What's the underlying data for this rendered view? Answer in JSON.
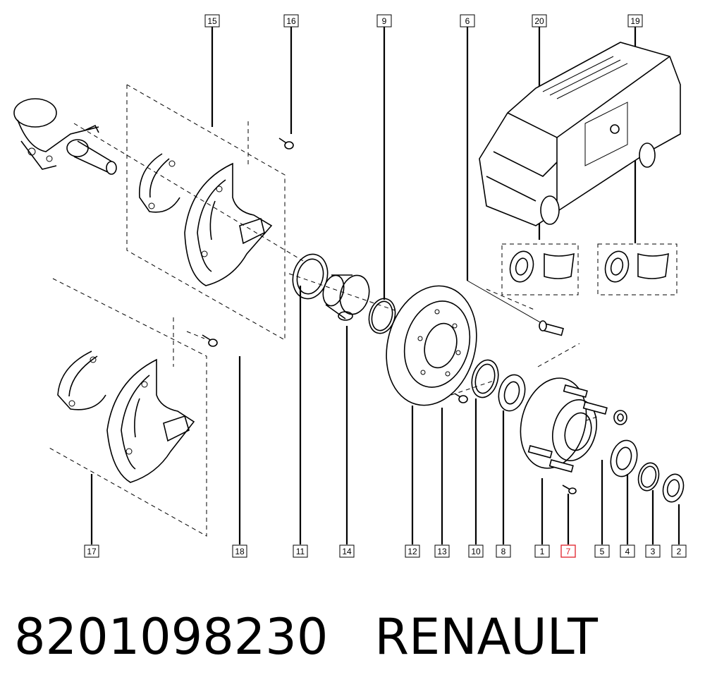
{
  "diagram": {
    "callouts": [
      {
        "id": "c15",
        "label": "15"
      },
      {
        "id": "c16",
        "label": "16"
      },
      {
        "id": "c9",
        "label": "9"
      },
      {
        "id": "c6",
        "label": "6"
      },
      {
        "id": "c20",
        "label": "20"
      },
      {
        "id": "c19",
        "label": "19"
      },
      {
        "id": "c17",
        "label": "17"
      },
      {
        "id": "c18",
        "label": "18"
      },
      {
        "id": "c11",
        "label": "11"
      },
      {
        "id": "c14",
        "label": "14"
      },
      {
        "id": "c12",
        "label": "12"
      },
      {
        "id": "c13",
        "label": "13"
      },
      {
        "id": "c10",
        "label": "10"
      },
      {
        "id": "c8",
        "label": "8"
      },
      {
        "id": "c1",
        "label": "1"
      },
      {
        "id": "c7",
        "label": "7",
        "highlighted": true
      },
      {
        "id": "c5",
        "label": "5"
      },
      {
        "id": "c4",
        "label": "4"
      },
      {
        "id": "c3",
        "label": "3"
      },
      {
        "id": "c2",
        "label": "2"
      }
    ],
    "highlight_color": "#e0202a"
  },
  "caption": {
    "part_number": "8201098230",
    "brand": "RENAULT"
  }
}
